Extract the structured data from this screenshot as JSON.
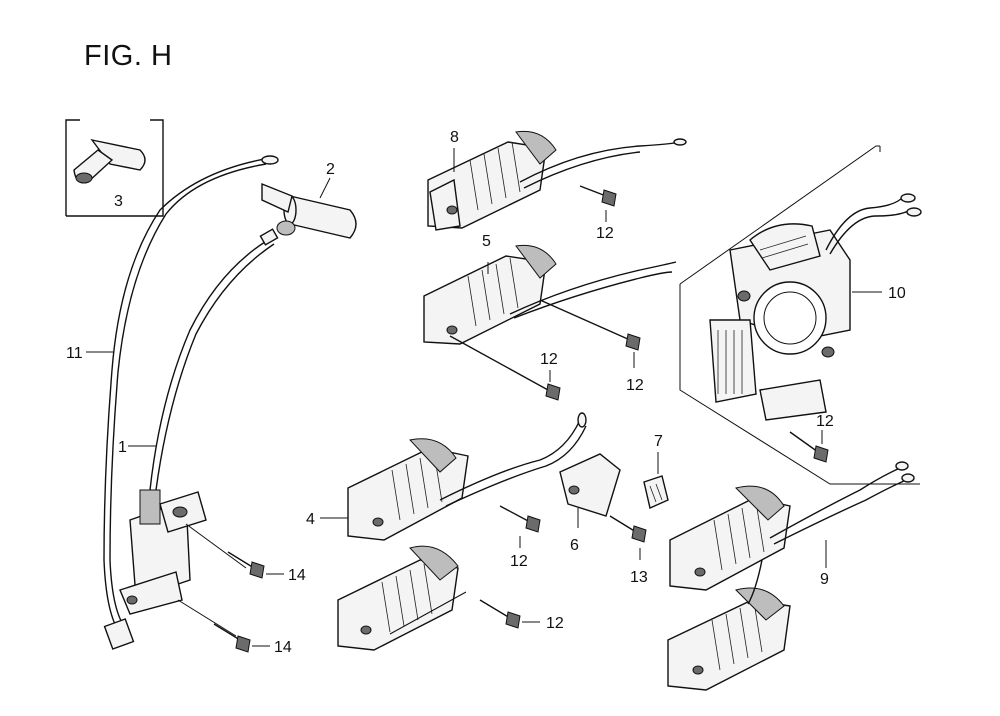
{
  "figure": {
    "title": "FIG. H"
  },
  "callouts": [
    {
      "id": "c3",
      "text": "3"
    },
    {
      "id": "c2",
      "text": "2"
    },
    {
      "id": "c11",
      "text": "11"
    },
    {
      "id": "c1",
      "text": "1"
    },
    {
      "id": "c14a",
      "text": "14"
    },
    {
      "id": "c14b",
      "text": "14"
    },
    {
      "id": "c8",
      "text": "8"
    },
    {
      "id": "c12a",
      "text": "12"
    },
    {
      "id": "c5",
      "text": "5"
    },
    {
      "id": "c12b",
      "text": "12"
    },
    {
      "id": "c12c",
      "text": "12"
    },
    {
      "id": "c10",
      "text": "10"
    },
    {
      "id": "c12d",
      "text": "12"
    },
    {
      "id": "c7",
      "text": "7"
    },
    {
      "id": "c4",
      "text": "4"
    },
    {
      "id": "c12e",
      "text": "12"
    },
    {
      "id": "c6",
      "text": "6"
    },
    {
      "id": "c13",
      "text": "13"
    },
    {
      "id": "c12f",
      "text": "12"
    },
    {
      "id": "c9",
      "text": "9"
    }
  ]
}
